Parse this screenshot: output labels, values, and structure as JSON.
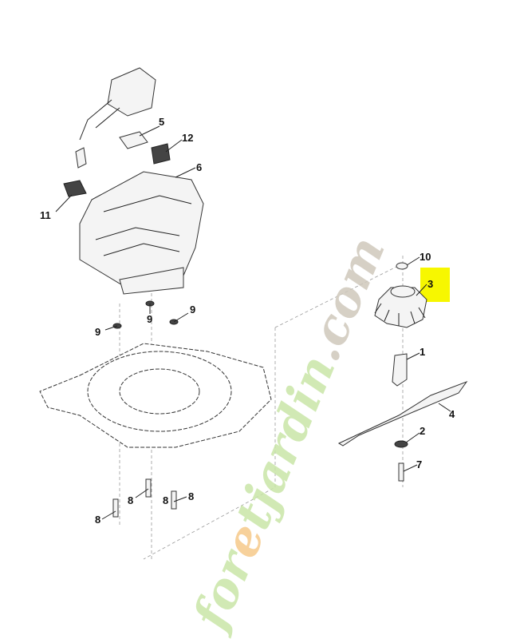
{
  "diagram": {
    "callouts": [
      {
        "id": "5",
        "label": "5"
      },
      {
        "id": "12",
        "label": "12"
      },
      {
        "id": "6",
        "label": "6"
      },
      {
        "id": "11",
        "label": "11"
      },
      {
        "id": "9a",
        "label": "9"
      },
      {
        "id": "9b",
        "label": "9"
      },
      {
        "id": "9c",
        "label": "9"
      },
      {
        "id": "10",
        "label": "10"
      },
      {
        "id": "3",
        "label": "3",
        "highlighted": true
      },
      {
        "id": "1",
        "label": "1"
      },
      {
        "id": "4",
        "label": "4"
      },
      {
        "id": "2",
        "label": "2"
      },
      {
        "id": "7",
        "label": "7"
      },
      {
        "id": "8a",
        "label": "8"
      },
      {
        "id": "8b",
        "label": "8"
      },
      {
        "id": "8c",
        "label": "8"
      },
      {
        "id": "8d",
        "label": "8"
      }
    ],
    "highlight_color": "#f7f700"
  },
  "watermark": {
    "part1": "for",
    "part2": "e",
    "part3": "tjardin",
    "part4": ".com",
    "colors": {
      "green": "#c9e6a8",
      "orange": "#f6c98a",
      "gray": "#cfc8bc"
    }
  }
}
